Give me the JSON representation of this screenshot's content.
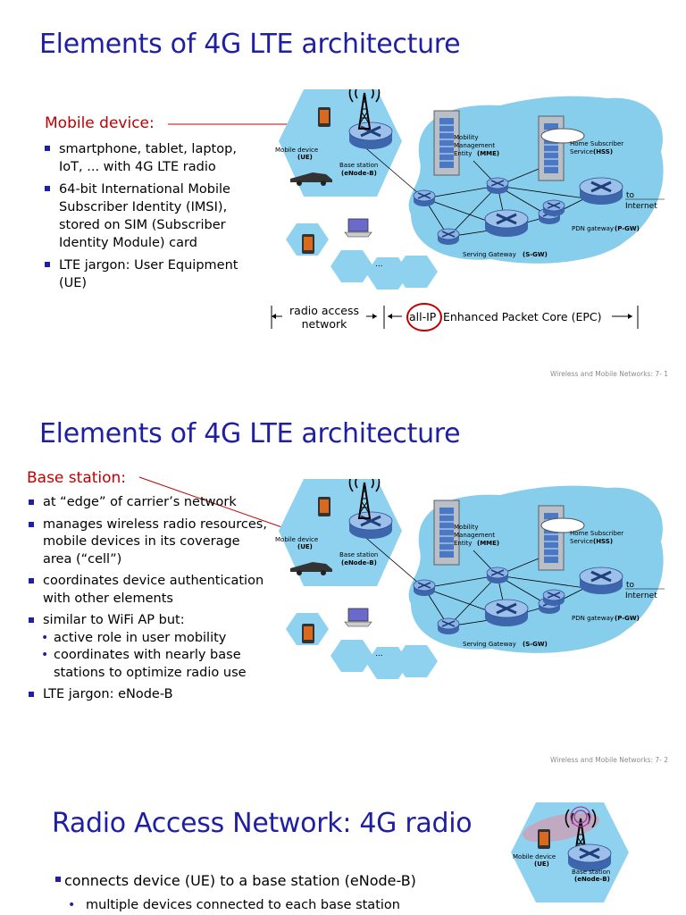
{
  "slides": [
    {
      "title": "Elements of 4G LTE architecture",
      "heading": "Mobile device:",
      "bullets": [
        "smartphone, tablet, laptop, IoT, ... with 4G LTE radio",
        "64-bit International Mobile Subscriber Identity (IMSI), stored on SIM (Subscriber Identity Module) card",
        "LTE jargon: User Equipment (UE)"
      ],
      "footer": "Wireless and Mobile Networks: 7- 1"
    },
    {
      "title": "Elements of 4G LTE architecture",
      "heading": "Base station:",
      "bullets": [
        "at “edge” of carrier’s network",
        "manages wireless radio resources, mobile devices in its coverage area (“cell”)",
        "coordinates device authentication with other elements",
        "similar to WiFi AP but:",
        "LTE jargon: eNode-B"
      ],
      "subbullets": [
        "active role in user mobility",
        "coordinates with nearly base stations to optimize radio use"
      ],
      "footer": "Wireless and Mobile Networks: 7- 2"
    },
    {
      "title": "Radio Access Network: 4G radio",
      "bullet": "connects device (UE) to a base station (eNode-B)",
      "subbullet": "multiple devices connected to each base station"
    }
  ],
  "diagram": {
    "mobile_device": "Mobile device",
    "ue": "(UE)",
    "base_station": "Base station",
    "enodeb": "(eNode-B)",
    "mme_line1": "Mobility",
    "mme_line2": "Management",
    "mme_line3": "Entity",
    "mme_abbr": "(MME)",
    "hss_line1": "Home Subscriber",
    "hss_line2": "Service",
    "hss_abbr": "(HSS)",
    "to": "to",
    "internet": "Internet",
    "pgw_label": "PDN gateway",
    "pgw_abbr": "(P-GW)",
    "sgw_label": "Serving Gateway",
    "sgw_abbr": "(S-GW)",
    "ellipsis": "..."
  },
  "bottom_labels": {
    "radio_line1": "radio access",
    "radio_line2": "network",
    "all_ip": "all-IP",
    "epc": "Enhanced Packet Core (EPC)"
  },
  "colors": {
    "title": "#1f1fa3",
    "heading": "#c00000",
    "bullet": "#1f1fa3",
    "cloud": "#87cdec",
    "router": "#5b83c6"
  }
}
